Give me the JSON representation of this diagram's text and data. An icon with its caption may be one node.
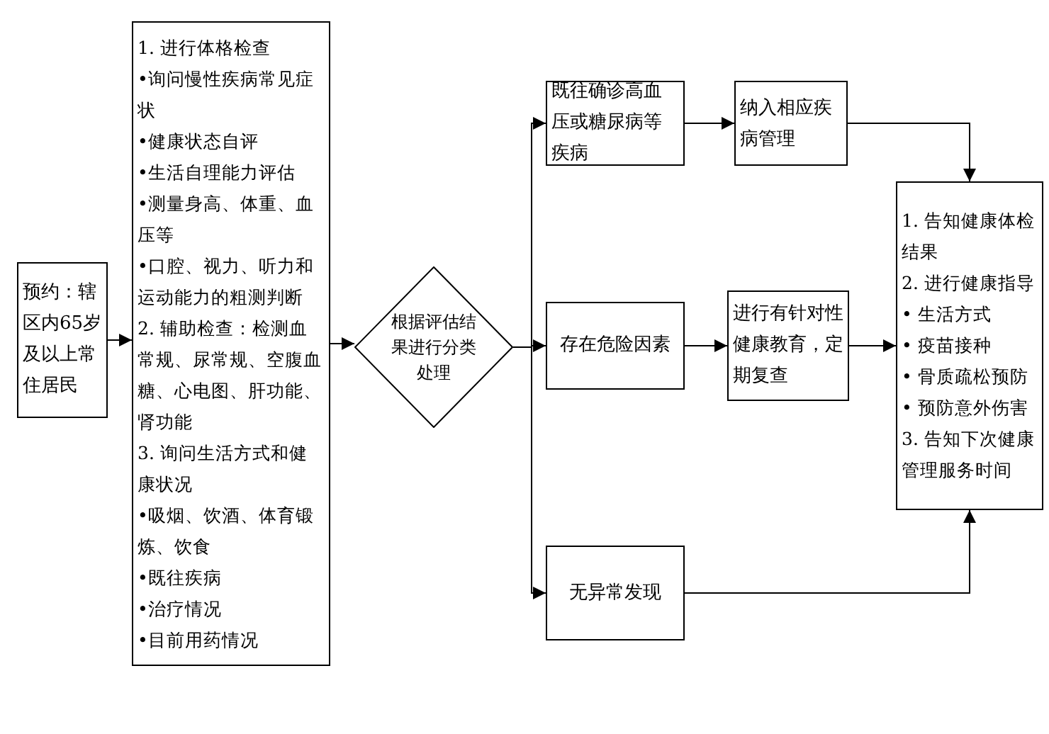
{
  "diagram": {
    "nodes": [
      {
        "text": [
          "预约：辖区内65岁及以上常住居民"
        ]
      },
      {
        "text": [
          "1. 进行体格检查",
          "•询问慢性疾病常见症状",
          "•健康状态自评",
          "•生活自理能力评估",
          "•测量身高、体重、血压等",
          "•口腔、视力、听力和运动能力的粗测判断",
          "2. 辅助检查：检测血常规、尿常规、空腹血糖、心电图、肝功能、肾功能",
          "3. 询问生活方式和健康状况",
          "•吸烟、饮酒、体育锻炼、饮食",
          "•既往疾病",
          "•治疗情况",
          "•目前用药情况"
        ]
      },
      {
        "text": [
          "根据评估结果进行分类处理"
        ]
      },
      {
        "text": [
          "既往确诊高血压或糖尿病等疾病"
        ]
      },
      {
        "text": [
          "纳入相应疾病管理"
        ]
      },
      {
        "text": [
          "存在危险因素"
        ]
      },
      {
        "text": [
          "进行有针对性健康教育，定期复查"
        ]
      },
      {
        "text": [
          "无异常发现"
        ]
      },
      {
        "text": [
          "1. 告知健康体检结果",
          "2. 进行健康指导",
          "• 生活方式",
          "• 疫苗接种",
          "• 骨质疏松预防",
          "• 预防意外伤害",
          "3. 告知下次健康管理服务时间"
        ]
      }
    ],
    "edges": [
      {
        "from": 0,
        "to": 1,
        "arrow": "to"
      },
      {
        "from": 1,
        "to": 2,
        "arrow": "to"
      },
      {
        "from": 2,
        "to": 3,
        "arrow": "to"
      },
      {
        "from": 2,
        "to": 5,
        "arrow": "to"
      },
      {
        "from": 2,
        "to": 7,
        "arrow": "to"
      },
      {
        "from": 3,
        "to": 4,
        "arrow": "to"
      },
      {
        "from": 5,
        "to": 6,
        "arrow": "to"
      },
      {
        "from": 4,
        "to": 8,
        "arrow": "to"
      },
      {
        "from": 6,
        "to": 8,
        "arrow": "to"
      },
      {
        "from": 7,
        "to": 8,
        "arrow": "to"
      }
    ]
  }
}
